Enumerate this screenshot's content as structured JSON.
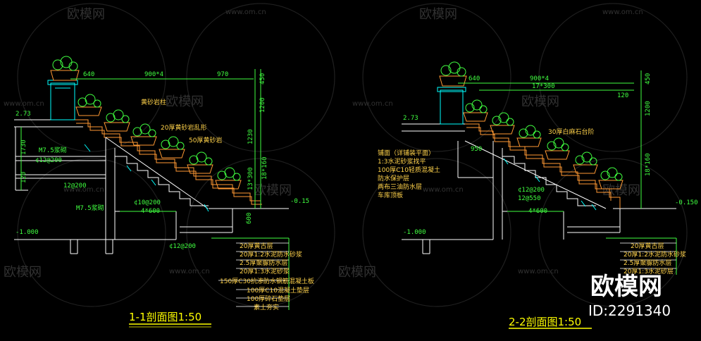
{
  "watermark": {
    "brand": "欧模网",
    "url": "www.om.cn",
    "id_label": "ID:2291340"
  },
  "section1": {
    "title": "1-1剖面图1:50",
    "dims_top": [
      "640",
      "900*4",
      "970"
    ],
    "dims_right": [
      "450",
      "1200",
      "1230",
      "13*300",
      "18*160"
    ],
    "level_top": "2.73",
    "level_right": "-0.15",
    "level_bottom": "-1.000",
    "annotations": [
      "黄砂岩柱",
      "20厚黄砂岩乱形",
      "50厚黄砂岩",
      "M7.5浆砌",
      "¢12@200",
      "12@200",
      "M7.5浆砌",
      "¢10@200",
      "4*600",
      "¢12@200",
      "1730",
      "120",
      "600"
    ],
    "layers": [
      "20厚黄古层",
      "20厚1:2水泥防水砂浆",
      "2.5厚聚脲防水层",
      "20厚1:3水泥砂浆",
      "150厚C30抗渗防水钢筋混凝土板",
      "100厚C10混凝土垫层",
      "100厚碎石垫层",
      "素土夯实"
    ]
  },
  "section2": {
    "title": "2-2剖面图1:50",
    "dims_top": [
      "640",
      "900*4",
      "17*300"
    ],
    "dims_right": [
      "450",
      "1200",
      "18*160",
      "120"
    ],
    "level_top": "2.73",
    "level_right": "-0.150",
    "level_bottom": "-1.000",
    "annotations": [
      "30厚白麻石台阶",
      "¢12@200",
      "12@550",
      "4*600",
      "950"
    ],
    "notes": [
      "铺面（详铺装平面）",
      "1:3水泥砂浆找平",
      "100厚C10轻质混凝土",
      "防水保护层",
      "两布三油防水层",
      "车库顶板"
    ],
    "layers": [
      "20厚黄古层",
      "20厚1:2水泥防水砂浆",
      "2.5厚聚脲防水层",
      "20厚1:3水泥砂层"
    ]
  },
  "colors": {
    "background": "#000000",
    "cad_white": "#ffffff",
    "cad_green": "#40ff40",
    "cad_yellow": "#ffff00",
    "cad_orange": "#ff9933",
    "cad_cyan": "#00ffff"
  }
}
